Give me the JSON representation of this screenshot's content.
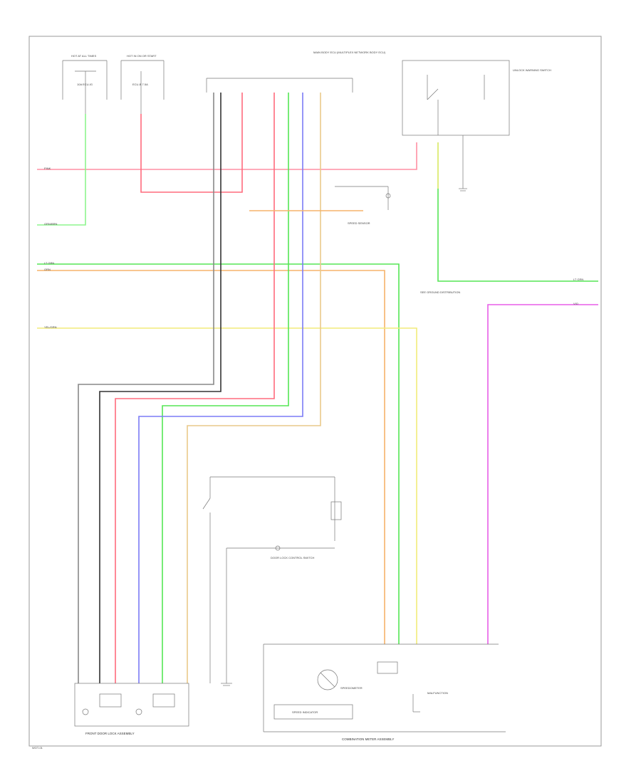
{
  "wire_colors": {
    "pink": "#ff8fa3",
    "green": "#55e655",
    "light_green": "#8ef58e",
    "orange": "#f5b36b",
    "yellow": "#f2ec7a",
    "blue": "#7b7bf5",
    "tan": "#e9c98a",
    "gray": "#888888",
    "black": "#333333",
    "magenta": "#e85ee8",
    "red_pink": "#ff6b7d"
  },
  "left_wire_tags": [
    "PINK",
    "GRN/BRN",
    "LT GRN",
    "ORN",
    "YEL/GRN"
  ],
  "right_wire_tags": [
    "LT GRN",
    "VIO"
  ],
  "ground_labels": [
    "SEE GROUND DISTRIBUTION",
    "MAIN BODY ECU (MULTIPLEX NETWORK BODY ECU)"
  ],
  "small_labels": [
    "HOT AT ALL TIMES",
    "HOT IN ON OR START",
    "10A ECU-IG",
    "ECU-B 7.5A",
    "SPEED SENSOR",
    "UNLOCK WARNING SWITCH",
    "DOOR LOCK CONTROL SWITCH"
  ],
  "bottom_titles": {
    "left": "FRONT DOOR LOCK ASSEMBLY",
    "right": "COMBINATION METER ASSEMBLY"
  },
  "meter_labels": {
    "speedometer": "SPEEDOMETER",
    "warning": "MALFUNCTION",
    "meter_box": "SPEED INDICATOR"
  },
  "page_footer": "WOT-01"
}
